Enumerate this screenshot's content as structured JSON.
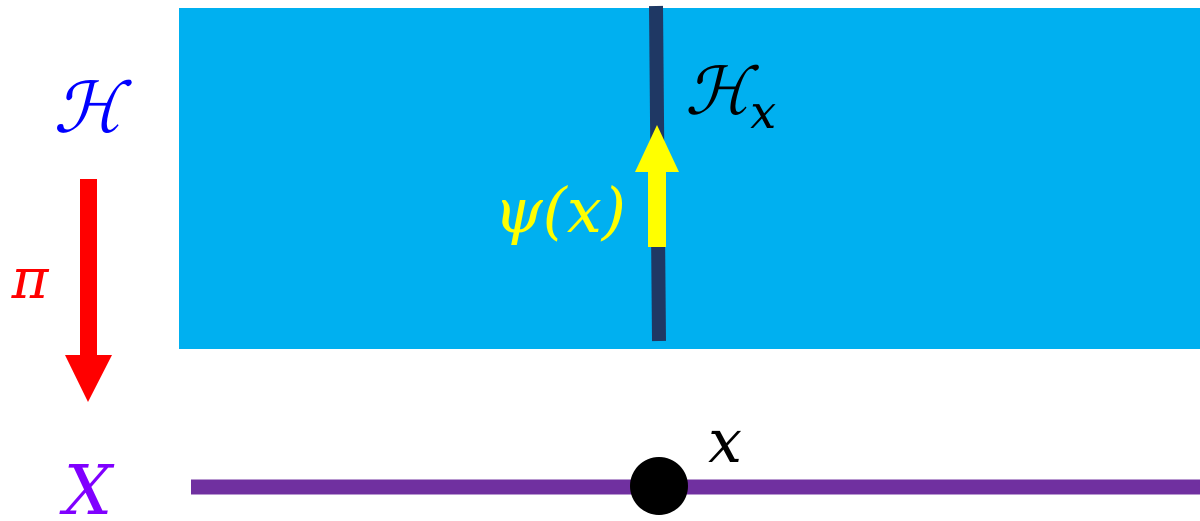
{
  "labels": {
    "total_space": "ℋ",
    "fiber": "ℋ",
    "fiber_subscript": "x",
    "projection": "π",
    "base_space": "X",
    "section": "ψ(x)",
    "point": "x"
  },
  "colors": {
    "bundle": "#00b0f0",
    "fiber_line": "#1f3864",
    "section_arrow": "#ffff00",
    "projection_arrow": "#ff0000",
    "base_line": "#7030a0",
    "point": "#000000",
    "total_space_label": "#0000ff",
    "projection_label": "#ff0000",
    "base_label": "#8000ff",
    "section_label": "#ffff00",
    "fiber_label": "#000000",
    "point_label": "#000000"
  },
  "icons": {
    "projection_arrow": "arrow-down-icon",
    "section_arrow": "arrow-up-icon"
  }
}
